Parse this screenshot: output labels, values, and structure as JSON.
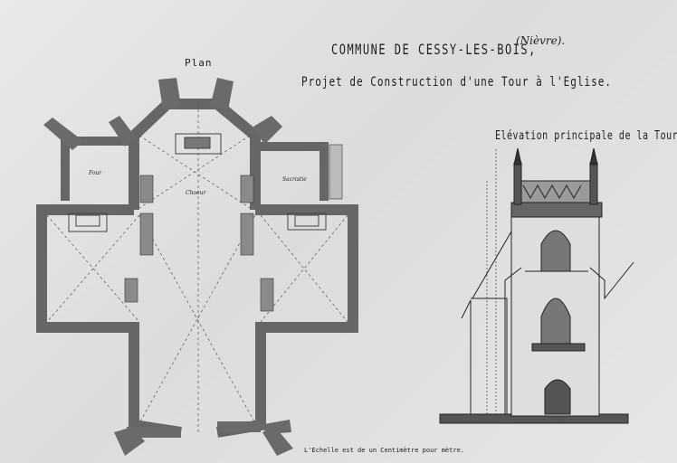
{
  "header": {
    "title": "COMMUNE DE CESSY-LES-BOIS,",
    "department": "(Nièvre).",
    "subtitle": "Projet de Construction d'une Tour à l'Eglise."
  },
  "plan": {
    "label": "Plan",
    "rooms": [
      "Four",
      "Choeur",
      "Sacristie"
    ]
  },
  "elevation": {
    "label": "Elévation principale de la Tour."
  },
  "footer": {
    "scale_note": "L'Echelle est de un Centimètre pour mètre."
  },
  "colors": {
    "paper": "#e4e4e2",
    "wall": "#707070",
    "ink": "#1e1e1e"
  }
}
